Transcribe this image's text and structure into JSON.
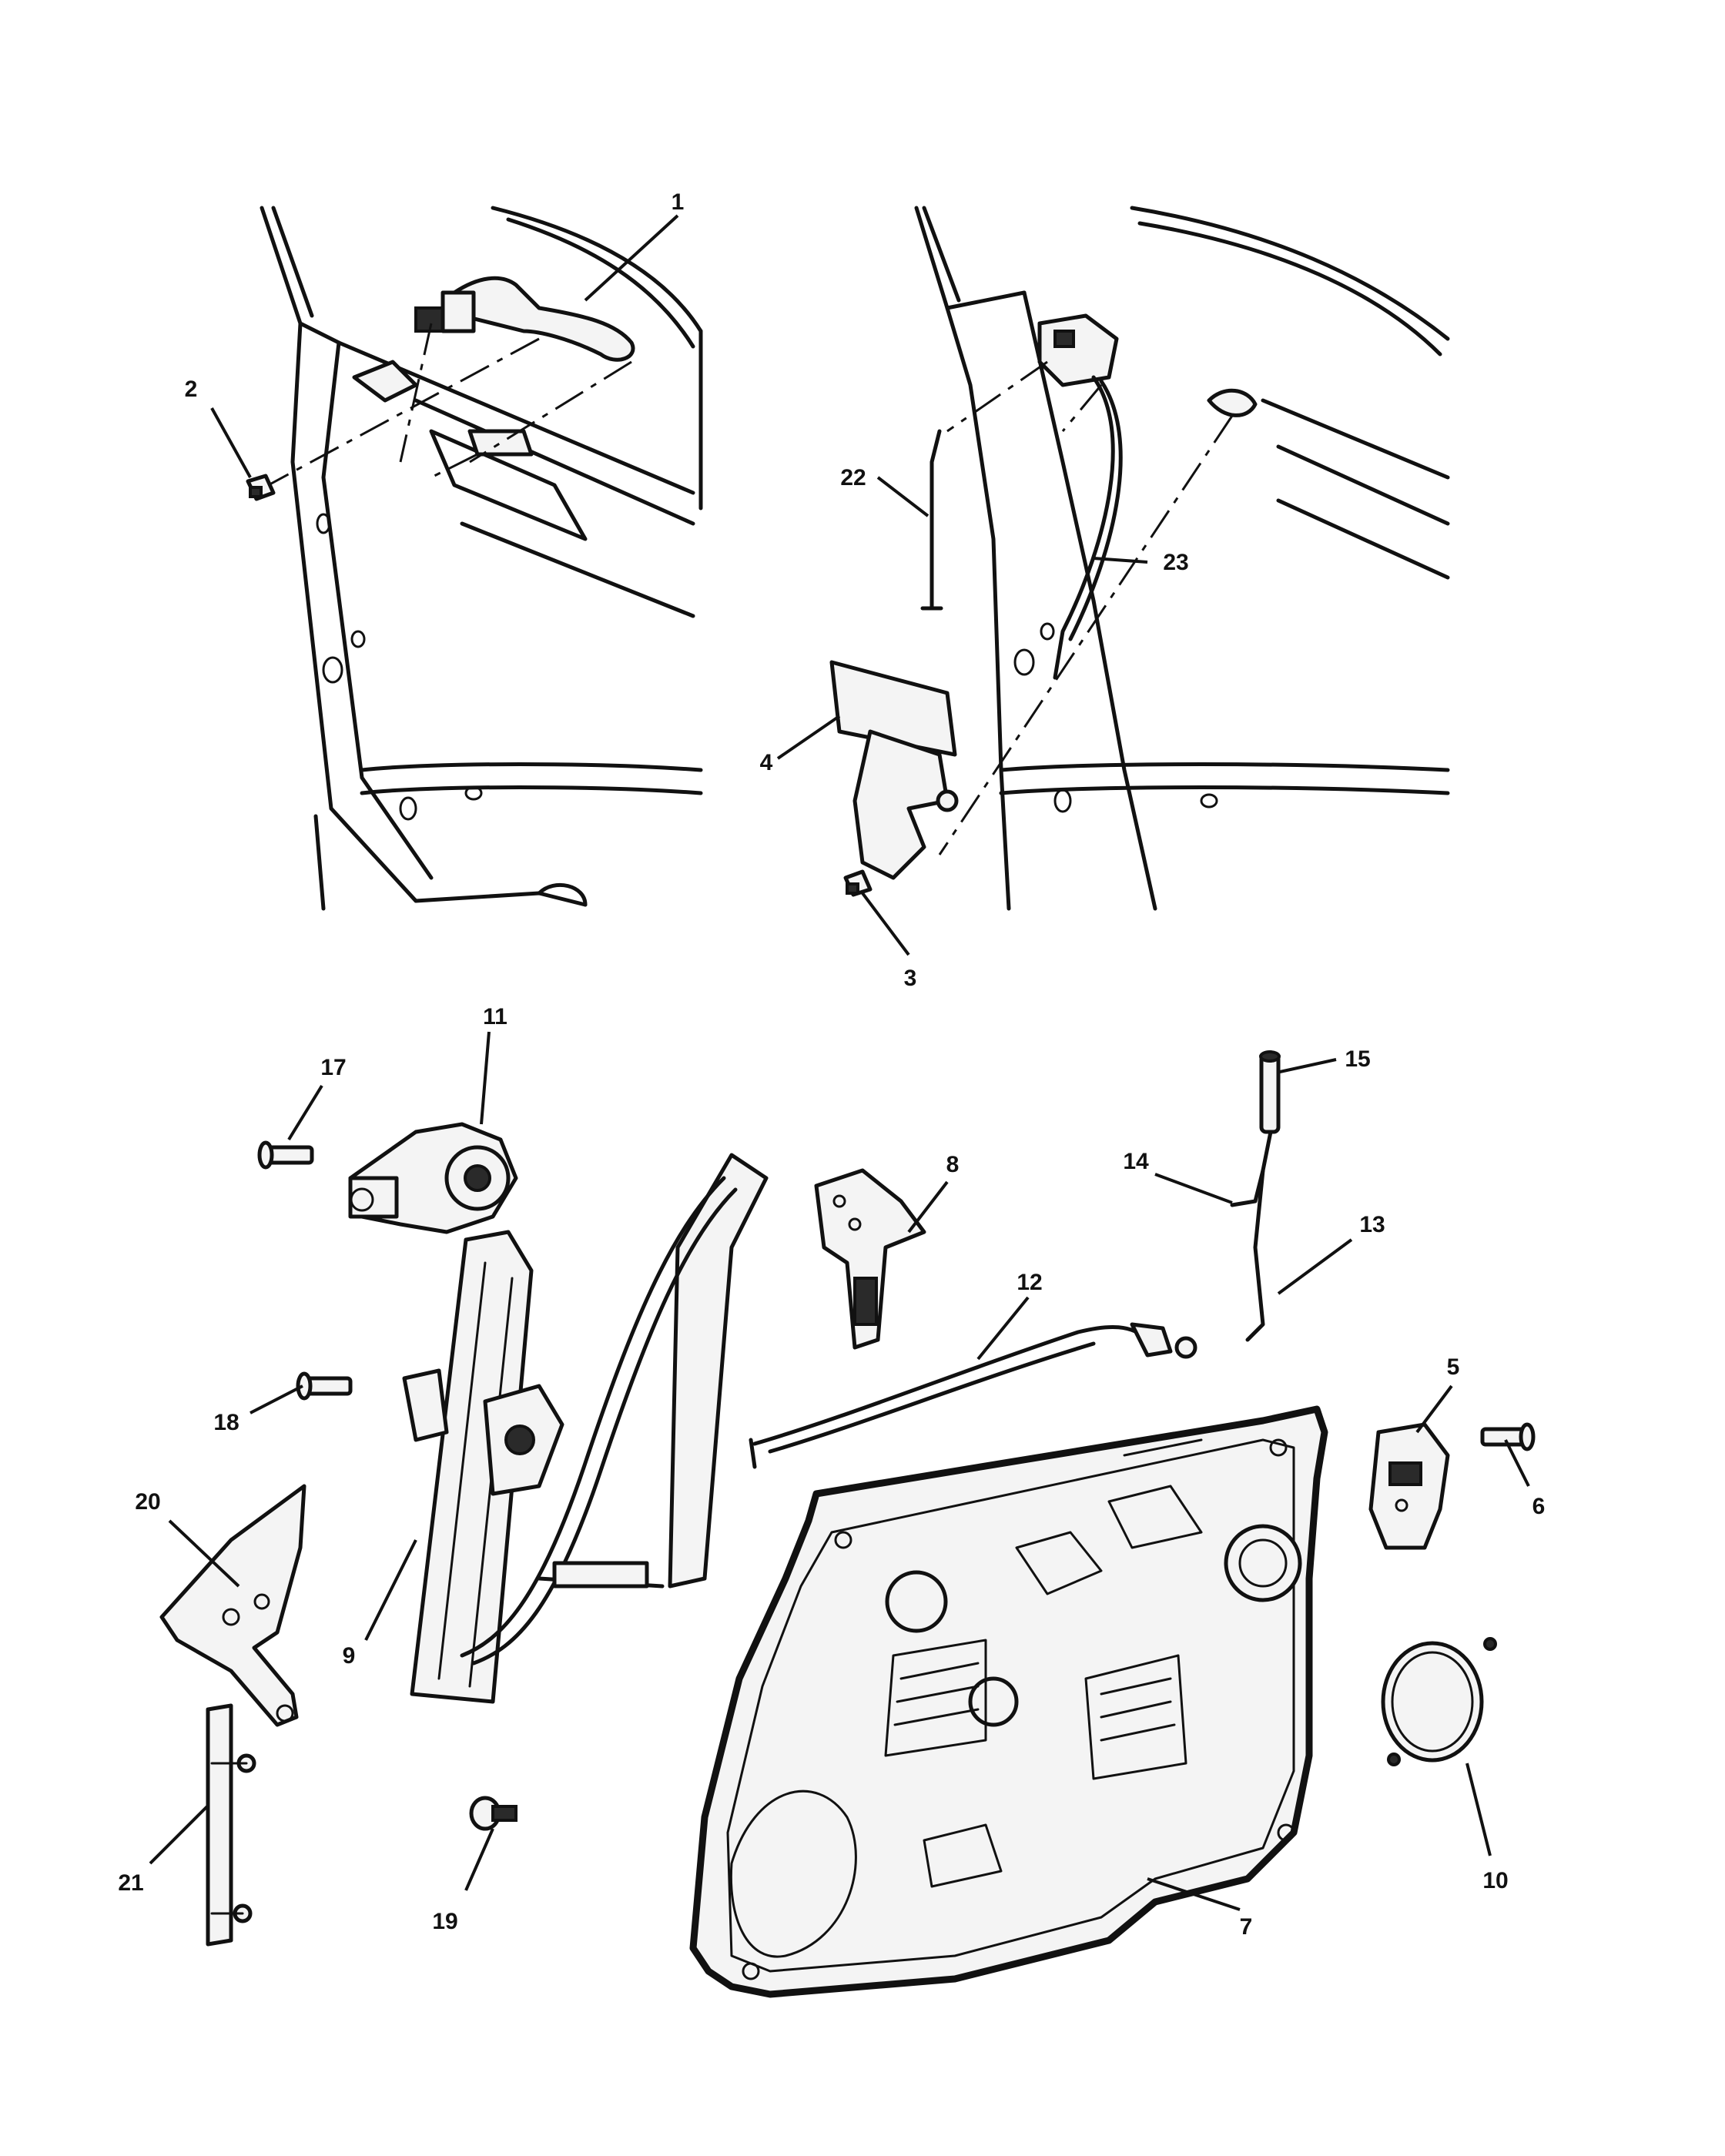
{
  "callouts": [
    {
      "id": "1",
      "label": "1"
    },
    {
      "id": "2",
      "label": "2"
    },
    {
      "id": "3",
      "label": "3"
    },
    {
      "id": "4",
      "label": "4"
    },
    {
      "id": "5",
      "label": "5"
    },
    {
      "id": "6",
      "label": "6"
    },
    {
      "id": "7",
      "label": "7"
    },
    {
      "id": "8",
      "label": "8"
    },
    {
      "id": "9",
      "label": "9"
    },
    {
      "id": "10",
      "label": "10"
    },
    {
      "id": "11",
      "label": "11"
    },
    {
      "id": "12",
      "label": "12"
    },
    {
      "id": "13",
      "label": "13"
    },
    {
      "id": "14",
      "label": "14"
    },
    {
      "id": "15",
      "label": "15"
    },
    {
      "id": "17",
      "label": "17"
    },
    {
      "id": "18",
      "label": "18"
    },
    {
      "id": "19",
      "label": "19"
    },
    {
      "id": "20",
      "label": "20"
    },
    {
      "id": "21",
      "label": "21"
    },
    {
      "id": "22",
      "label": "22"
    },
    {
      "id": "23",
      "label": "23"
    }
  ]
}
